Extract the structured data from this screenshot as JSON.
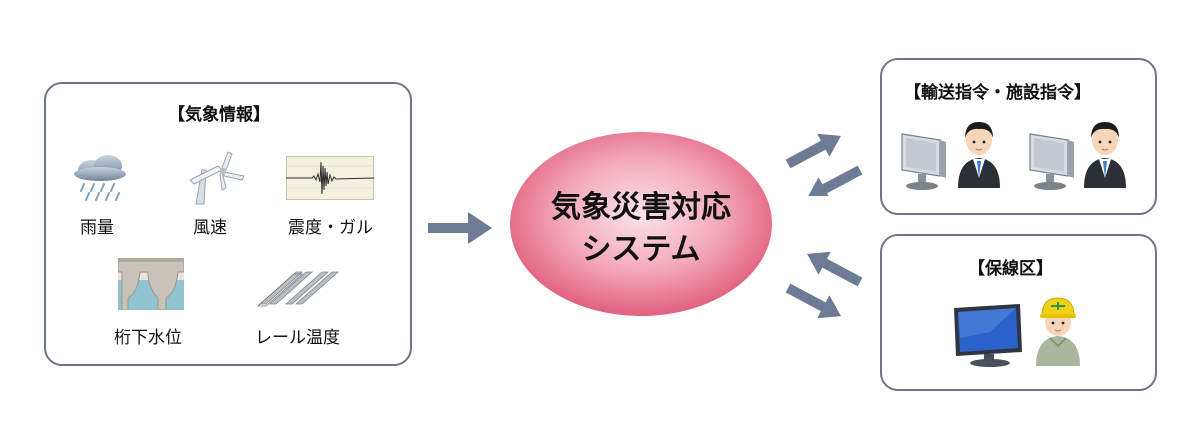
{
  "weather_panel": {
    "title": "【気象情報】",
    "items": [
      {
        "label": "雨量",
        "icon": "rain-cloud-icon"
      },
      {
        "label": "風速",
        "icon": "wind-turbine-icon"
      },
      {
        "label": "震度・ガル",
        "icon": "seismograph-icon"
      },
      {
        "label": "桁下水位",
        "icon": "bridge-water-level-icon"
      },
      {
        "label": "レール温度",
        "icon": "rail-icon"
      }
    ]
  },
  "center": {
    "line1": "気象災害対応",
    "line2": "システム"
  },
  "dispatch_panel": {
    "title": "【輸送指令・施設指令】"
  },
  "maintenance_panel": {
    "title": "【保線区】"
  },
  "colors": {
    "border": "#6e7787",
    "arrow": "#6d7b95",
    "ellipse_center": "#fbe3ea",
    "ellipse_edge": "#e2607e"
  }
}
